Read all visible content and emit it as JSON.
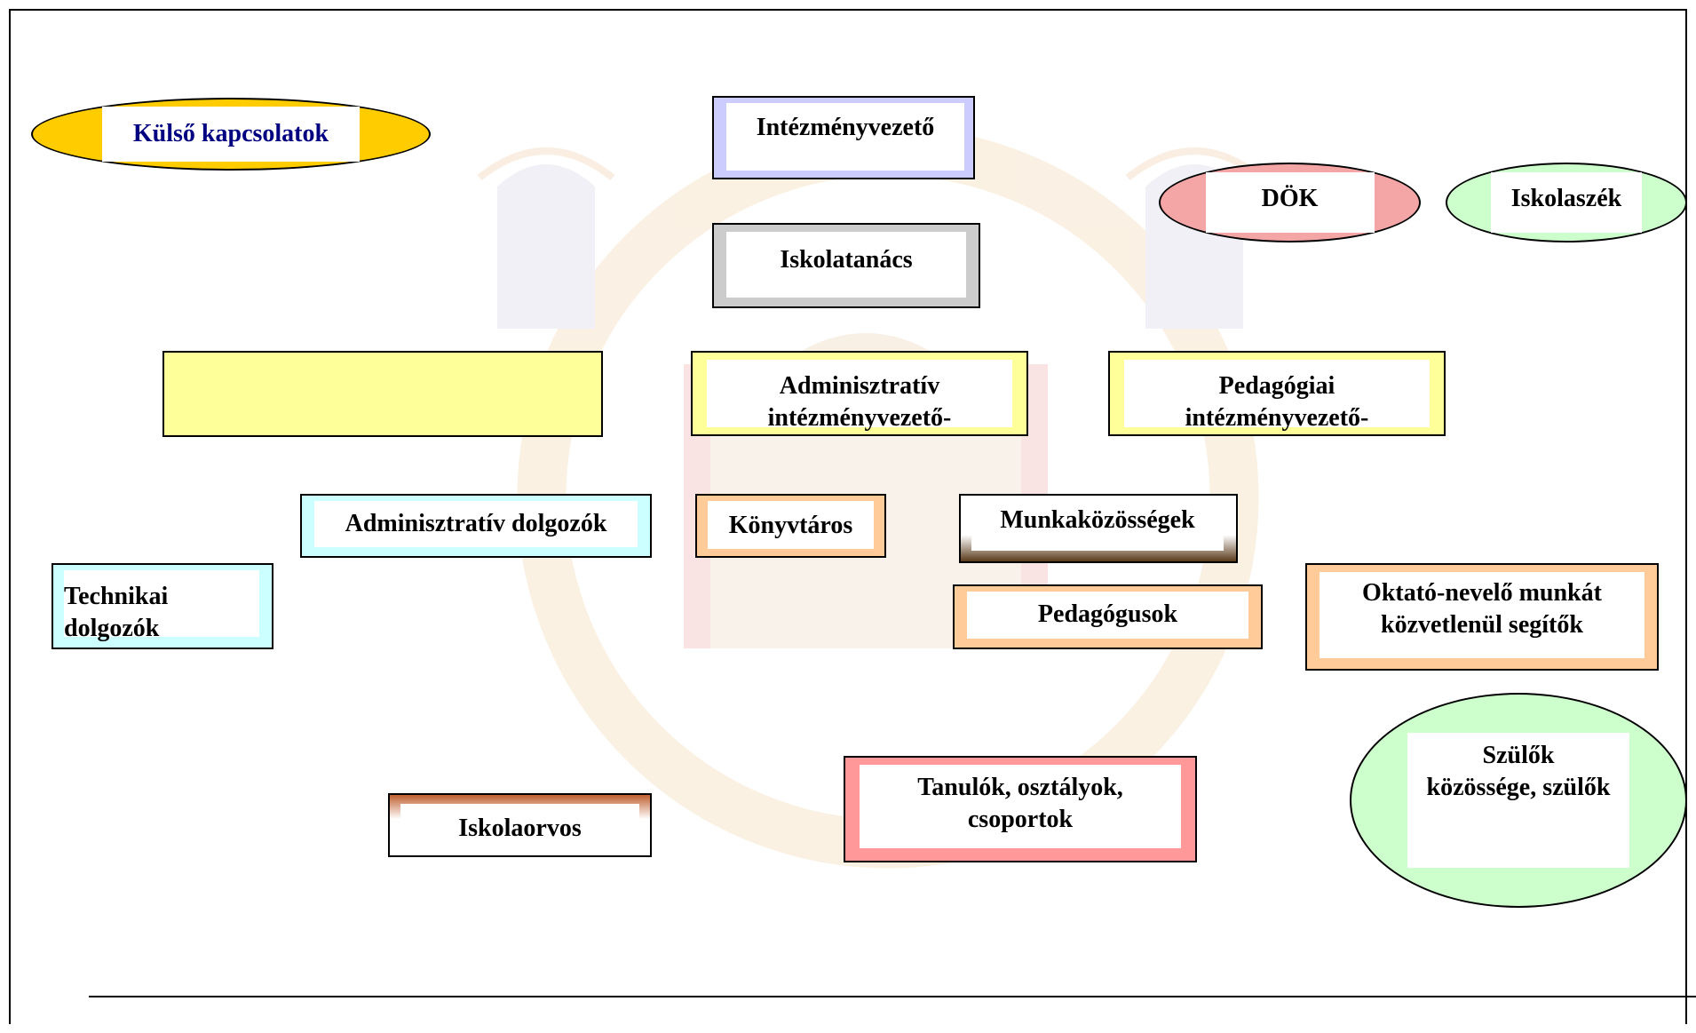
{
  "diagram": {
    "nodes": {
      "kulso": "Külső kapcsolatok",
      "intezmenyvezeto": "Intézményvezető",
      "dok": "DÖK",
      "iskolaszek": "Iskolaszék",
      "iskolatanacs": "Iskolatanács",
      "admin_vezeto_1": "Adminisztratív",
      "admin_vezeto_2": "intézményvezető-",
      "ped_vezeto_1": "Pedagógiai",
      "ped_vezeto_2": "intézményvezető-",
      "admin_dolgozok": "Adminisztratív dolgozók",
      "konyvtaros": "Könyvtáros",
      "munkakozossegek": "Munkaközösségek",
      "technikai_1": "Technikai",
      "technikai_2": "dolgozók",
      "pedagogusok": "Pedagógusok",
      "oktato_1": "Oktató-nevelő munkát",
      "oktato_2": "közvetlenül segítők",
      "szulok_1": "Szülők",
      "szulok_2": "közössége, szülők",
      "tanulok_1": "Tanulók, osztályok,",
      "tanulok_2": "csoportok",
      "iskolaorvos": "Iskolaorvos"
    },
    "colors": {
      "kulso_fill": "#ffcc00",
      "kulso_text": "#000080",
      "intezmenyvezeto": "#ccccff",
      "dok": "#f4a6a6",
      "iskolaszek": "#ccffcc",
      "iskolatanacs": "#cccccc",
      "yellow": "#ffff99",
      "cyan": "#ccffff",
      "orange": "#ffcc99",
      "brown": "#5a3a1a",
      "pink": "#ff9999",
      "rust": "#c06030"
    }
  }
}
